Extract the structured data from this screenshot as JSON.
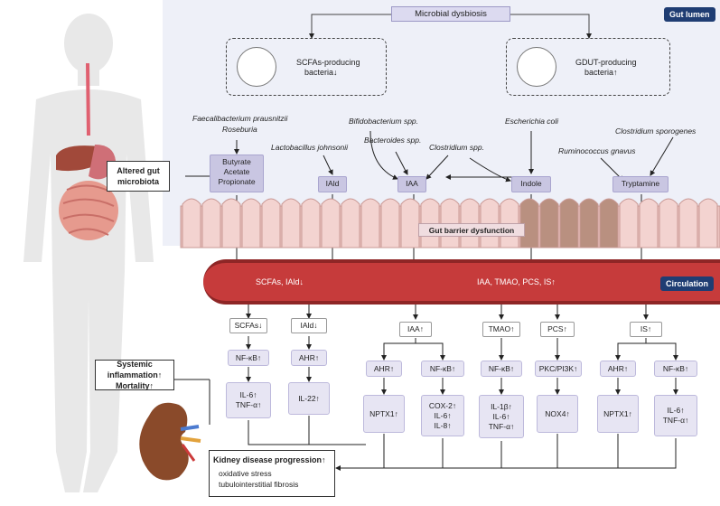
{
  "labels": {
    "microbial_dysbiosis": "Microbial dysbiosis",
    "gut_lumen": "Gut lumen",
    "circulation": "Circulation",
    "gut_barrier": "Gut barrier dysfunction",
    "scfas_producing": "SCFAs-producing",
    "scfas_bacteria": "bacteria↓",
    "gdut_producing": "GDUT-producing",
    "gdut_bacteria": "bacteria↑",
    "altered_gut": "Altered gut",
    "microbiota": "microbiota",
    "systemic_inflammation": "Systemic inflammation↑",
    "mortality": "Mortality↑",
    "kidney_progression": "Kidney disease progression↑",
    "oxidative_stress": "oxidative stress",
    "tubulointerstitial": "tubulointerstitial fibrosis",
    "vessel_left": "SCFAs, IAld↓",
    "vessel_right": "IAA, TMAO, PCS, IS↑"
  },
  "species": {
    "faecalibacterium": "Faecalibacterium prausnitzii",
    "roseburia": "Roseburia",
    "lactobacillus": "Lactobacillus johnsonii",
    "bifidobacterium": "Bifidobacterium spp.",
    "bacteroides": "Bacteroides spp.",
    "clostridium": "Clostridium spp.",
    "escherichia": "Escherichia coli",
    "ruminococcus": "Ruminococcus gnavus",
    "clostridium_sporogenes": "Clostridium sporogenes"
  },
  "metabolites": {
    "butyrate": "Butyrate",
    "acetate": "Acetate",
    "propionate": "Propionate",
    "iald": "IAld",
    "iaa": "IAA",
    "indole": "Indole",
    "tryptamine": "Tryptamine"
  },
  "pathways": {
    "scfas_down": "SCFAs↓",
    "iald_down": "IAld↓",
    "iaa_up": "IAA↑",
    "tmao_up": "TMAO↑",
    "pcs_up": "PCS↑",
    "is_up": "IS↑",
    "nfkb_1": "NF-κB↑",
    "ahr_1": "AHR↑",
    "ahr_2": "AHR↑",
    "nfkb_2": "NF-κB↑",
    "nfkb_3": "NF-κB↑",
    "pkc": "PKC/PI3K↑",
    "ahr_3": "AHR↑",
    "nfkb_4": "NF-κB↑",
    "out_1a": "IL-6↑",
    "out_1b": "TNF-α↑",
    "out_2": "IL-22↑",
    "out_3": "NPTX1↑",
    "out_4a": "COX-2↑",
    "out_4b": "IL-6↑",
    "out_4c": "IL-8↑",
    "out_5a": "IL-1β↑",
    "out_5b": "IL-6↑",
    "out_5c": "TNF-α↑",
    "out_6": "NOX4↑",
    "out_7": "NPTX1↑",
    "out_8a": "IL-6↑",
    "out_8b": "TNF-α↑"
  }
}
